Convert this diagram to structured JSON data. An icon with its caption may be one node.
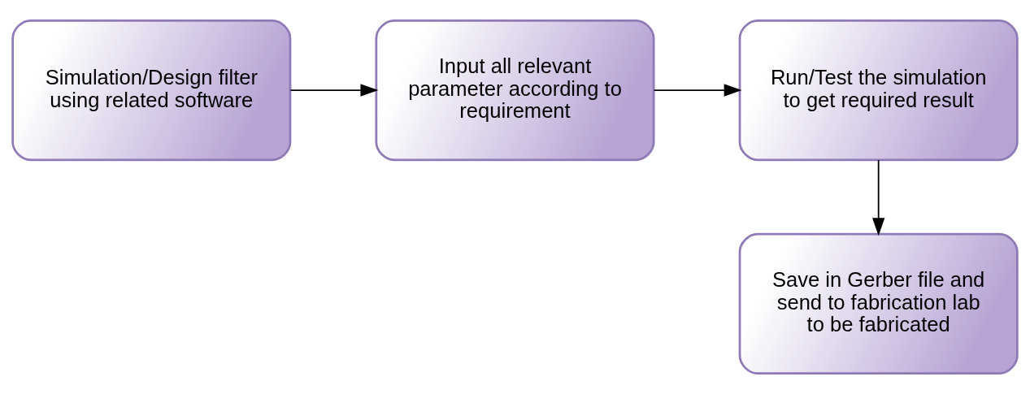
{
  "diagram": {
    "nodes": [
      {
        "text": [
          "Simulation/Design filter using related software"
        ]
      },
      {
        "text": [
          "Input all relevant parameter according to requirement"
        ]
      },
      {
        "text": [
          "Run/Test the simulation to get required result"
        ]
      },
      {
        "text": [
          "Save in Gerber file and send to fabrication lab to be fabricated"
        ]
      }
    ],
    "edges": [
      {
        "from": 0,
        "to": 1,
        "arrow": "to"
      },
      {
        "from": 1,
        "to": 2,
        "arrow": "to"
      },
      {
        "from": 2,
        "to": 3,
        "arrow": "to"
      }
    ]
  }
}
